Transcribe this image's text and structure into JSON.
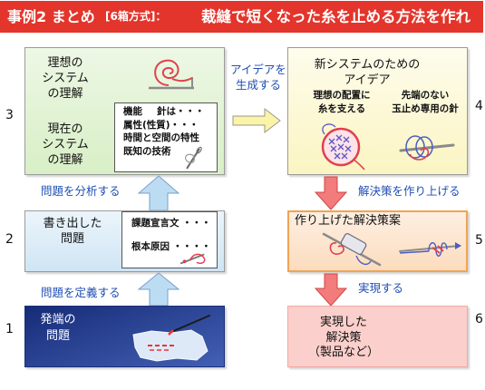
{
  "title": {
    "main": "事例2 まとめ",
    "method": "[6箱方式]：",
    "task": "裁縫で短くなった糸を止める方法を作れ"
  },
  "colors": {
    "title_bar": "#e3352b",
    "arrow_label": "#1f4fb4",
    "box1": "#2446a8",
    "box2": "#cfe5f5",
    "box3": "#d8efc6",
    "box4": "#fbf5c2",
    "box5": "#fcdcbe",
    "box5_border": "#f0a456",
    "box6": "#fbcfcb",
    "arrow_up": "#bcdcf3",
    "arrow_right": "#fbf3a8",
    "arrow_down": "#f27b7b"
  },
  "arrows": {
    "analyze": "問題を分析する",
    "define": "問題を定義する",
    "generate": [
      "アイデアを",
      "生成する"
    ],
    "build": "解決策を作り上げる",
    "realize": "実現する"
  },
  "boxes": {
    "box1": {
      "number": "1",
      "label": [
        "発端の",
        "問題"
      ],
      "icon": "fabric-needle-icon"
    },
    "box2": {
      "number": "2",
      "label": [
        "書き出した",
        "問題"
      ],
      "items": [
        "課題宣言文 ・・・",
        "根本原因 ・・・・"
      ],
      "icon": "thread-needle-icon"
    },
    "box3": {
      "number": "3",
      "ideal": [
        "理想の",
        "システム",
        "の理解"
      ],
      "current": [
        "現在の",
        "システム",
        "の理解"
      ],
      "details": [
        "機能",
        "針は・・・",
        "属性(性質)・・・",
        "時間と空間の特性",
        "既知の技術"
      ],
      "icons": [
        "ideal-knot-icon",
        "needle-icon"
      ]
    },
    "box4": {
      "number": "4",
      "title": [
        "新システムのための",
        "アイデア"
      ],
      "idea_left": [
        "理想の配置に",
        "糸を支える"
      ],
      "idea_right": [
        "先端のない",
        "玉止め専用の針"
      ],
      "icons": [
        "cross-stitch-icon",
        "loop-needle-icon"
      ]
    },
    "box5": {
      "number": "5",
      "title": "作り上げた解決策案",
      "icons": [
        "sleeve-needle-icon",
        "threaded-needle-icon"
      ]
    },
    "box6": {
      "number": "6",
      "label": [
        "実現した",
        "解決策",
        "（製品など）"
      ]
    }
  }
}
